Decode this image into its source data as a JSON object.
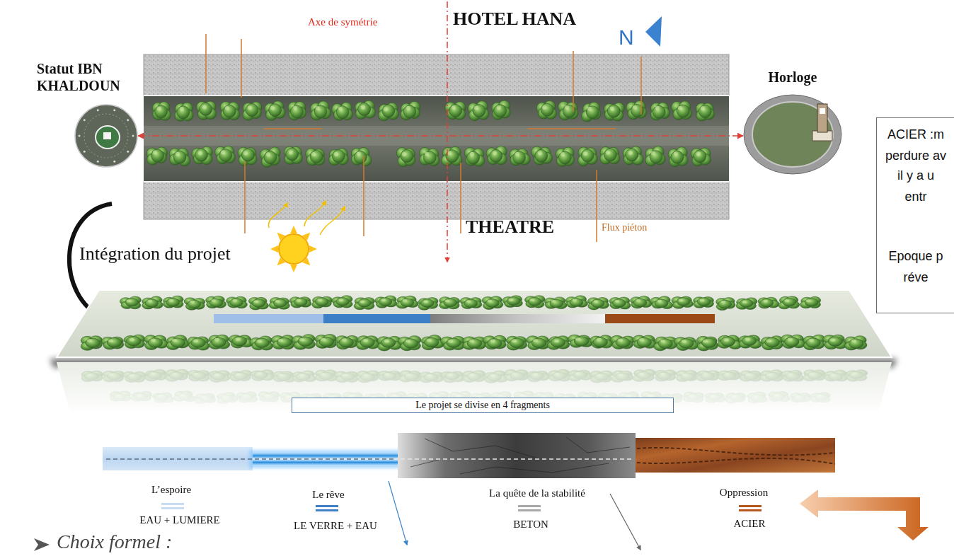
{
  "diagram": {
    "nodes": [
      {
        "text": [
          "Statut IBN KHALDOUN"
        ]
      },
      {
        "text": [
          "Horloge"
        ]
      },
      {
        "text": [
          "ACIER :m",
          "perdure av",
          "il y a u",
          "entr",
          "Epoque p",
          "réve"
        ]
      },
      {
        "text": [
          "Le projet se divise en 4 fragments"
        ]
      }
    ],
    "edges": [
      {
        "from": 0,
        "to": 1,
        "arrow": "both"
      }
    ],
    "labels": [
      "Axe de symétrie",
      "HOTEL HANA",
      "N",
      "THEATRE",
      "Flux piéton",
      "Intégration du projet",
      "EAU + LUMIERE",
      "LE VERRE + EAU",
      "BETON",
      "ACIER",
      "Choix formel :"
    ],
    "legend": [
      {
        "text": "L’espoire",
        "color": "#c5dcf2"
      },
      {
        "text": "Le rêve",
        "color": "#3f80c8"
      },
      {
        "text": "La quête de la stabilité",
        "color": "#a8a8a8"
      },
      {
        "text": "Oppression",
        "color": "#b8561f"
      }
    ]
  }
}
